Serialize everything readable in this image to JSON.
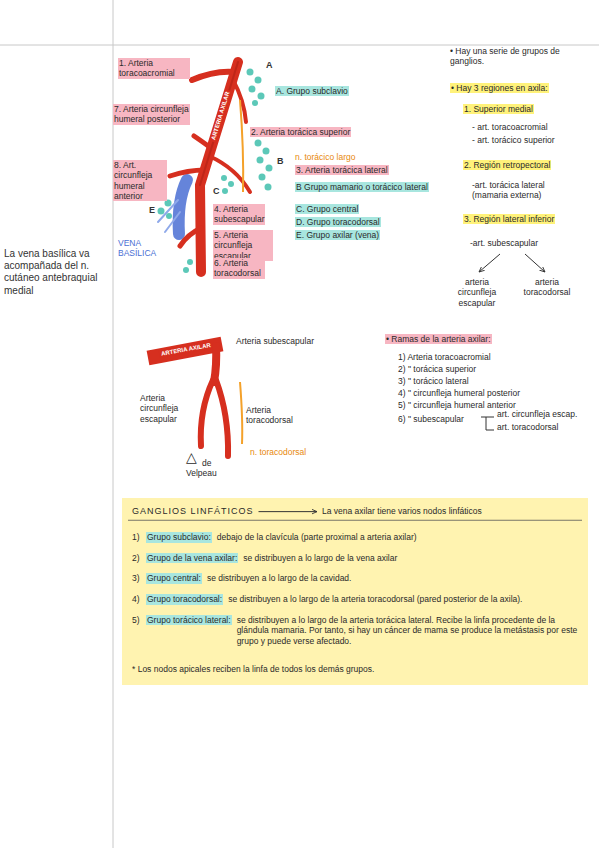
{
  "diagram": {
    "nodes": [
      {
        "text": [
          "GANGLIOS LINFÁTICOS",
          "La vena axilar tiene varios nodos linfáticos",
          "1)",
          "Grupo subclavio:",
          "debajo de la clavícula (parte proximal a arteria axilar)",
          "2)",
          "Grupo de la vena axilar:",
          "se distribuyen a lo largo de la vena axilar",
          "3)",
          "Grupo central:",
          "se distribuyen a lo largo de la cavidad.",
          "4)",
          "Grupo toracodorsal:",
          "se distribuyen a lo largo de la arteria toracodorsal (pared posterior de la axila).",
          "5)",
          "Grupo torácico lateral:",
          "se distribuyen a lo largo de la arteria torácica lateral. Recibe la linfa procedente de la glándula mamaria. Por tanto, si hay un cáncer de mama se produce la metástasis por este grupo y puede verse afectado.",
          "* Los nodos apicales reciben la linfa de todos los demás grupos."
        ]
      }
    ],
    "labels": [
      "La vena basílica va acompañada del n. cutáneo antebraquial medial",
      "1. Arteria toracoacromial",
      "7. Arteria circunfleja humeral posterior",
      "8. Art. circunfleja humeral anterior",
      "ARTERIA AXILAR",
      "A",
      "B",
      "C",
      "E",
      "VENA BASÍLICA",
      "2. Arteria torácica superior",
      "A. Grupo subclavio",
      "n. torácico largo",
      "3. Arteria torácica lateral",
      "B Grupo mamario o torácico lateral",
      "4. Arteria subescapular",
      "C. Grupo central",
      "5. Arteria circunfleja escapular",
      "D. Grupo toracodorsal",
      "E. Grupo axilar (vena)",
      "6. Arteria toracodorsal",
      "• Hay una serie de grupos de ganglios.",
      "• Hay 3 regiones en axila:",
      "1. Superior medial",
      "- art. toracoacromial",
      "- art. torácico superior",
      "2. Región retropectoral",
      "-art. torácica lateral (mamaria externa)",
      "3. Región lateral inferior",
      "-art. subescapular",
      "arteria circunfleja escapular",
      "arteria toracodorsal",
      "ARTERIA AXILAR",
      "Arteria subescapular",
      "Arteria circunfleja escapular",
      "Arteria toracodorsal",
      "n. toracodorsal",
      "△",
      "de",
      "Velpeau",
      "• Ramas de la arteria axilar:",
      "1) Arteria toracoacromial",
      "2) \" torácica superior",
      "3) \" torácico lateral",
      "4) \" circunfleja humeral posterior",
      "5) \" circunfleja humeral anterior",
      "6) \" subescapular",
      "art. circunfleja escap.",
      "art. toracodorsal"
    ]
  }
}
